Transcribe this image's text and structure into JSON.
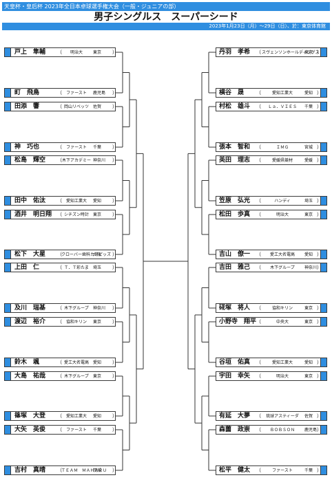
{
  "header": "天皇杯・皇后杯 2023年全日本卓球選手権大会（一般・ジュニアの部）",
  "title": "男子シングルス　スーパーシード",
  "date_venue": "2023年1月23日（月）～29日（日）、於：東京体育館",
  "paren_open": "（",
  "paren_close": "）",
  "colors": {
    "accent": "#2f8ee0",
    "line": "#333333"
  },
  "left": [
    {
      "name": "戸上　隼輔",
      "aff": "明治大",
      "pref": "東京"
    },
    {
      "name": "町　飛鳥",
      "aff": "ファースト",
      "pref": "鹿児島"
    },
    {
      "name": "田添　響",
      "aff": "岡山リベッツ",
      "pref": "佐賀"
    },
    {
      "name": "神　巧也",
      "aff": "ファースト",
      "pref": "千葉"
    },
    {
      "name": "松島　輝空",
      "aff": "木下アカデミー",
      "pref": "神奈川"
    },
    {
      "name": "田中　佑汰",
      "aff": "愛知工業大",
      "pref": "愛知"
    },
    {
      "name": "酒井　明日翔",
      "aff": "シチズン時計",
      "pref": "東京"
    },
    {
      "name": "松下　大星",
      "aff": "クローバー歯科カスピッズ",
      "pref": "大阪"
    },
    {
      "name": "上田　仁",
      "aff": "Ｔ．Ｔ彩たま",
      "pref": "埼玉"
    },
    {
      "name": "及川　瑞基",
      "aff": "木下グループ",
      "pref": "神奈川"
    },
    {
      "name": "渡辺　裕介",
      "aff": "協和キリン",
      "pref": "東京"
    },
    {
      "name": "鈴木　颯",
      "aff": "愛工大名電高",
      "pref": "愛知"
    },
    {
      "name": "大島　祐哉",
      "aff": "木下グループ",
      "pref": "東京"
    },
    {
      "name": "篠塚　大登",
      "aff": "愛知工業大",
      "pref": "愛知"
    },
    {
      "name": "大矢　英俊",
      "aff": "ファースト",
      "pref": "千葉"
    },
    {
      "name": "吉村　真晴",
      "aff": "ＴＥＡＭ　ＭＡＨＡＲＵ",
      "pref": "茨城"
    }
  ],
  "right": [
    {
      "name": "丹羽　孝希",
      "aff": "スヴェンソンホールディングス",
      "pref": "東京"
    },
    {
      "name": "横谷　晟",
      "aff": "愛知工業大",
      "pref": "愛知"
    },
    {
      "name": "村松　雄斗",
      "aff": "Ｌａ．ＶＩＥＳ",
      "pref": "千葉"
    },
    {
      "name": "張本　智和",
      "aff": "ＩＭＧ",
      "pref": "宮城"
    },
    {
      "name": "英田　理志",
      "aff": "愛媛県競材",
      "pref": "愛媛"
    },
    {
      "name": "笠原　弘光",
      "aff": "ハンディ",
      "pref": "埼玉"
    },
    {
      "name": "松田　歩真",
      "aff": "明治大",
      "pref": "東京"
    },
    {
      "name": "吉山　僚一",
      "aff": "愛工大名電高",
      "pref": "愛知"
    },
    {
      "name": "吉田　雅己",
      "aff": "木下グループ",
      "pref": "神奈川"
    },
    {
      "name": "硴塚　将人",
      "aff": "協和キリン",
      "pref": "東京"
    },
    {
      "name": "小野寺　翔平",
      "aff": "中央大",
      "pref": "東京"
    },
    {
      "name": "谷垣　佑真",
      "aff": "愛知工業大",
      "pref": "愛知"
    },
    {
      "name": "宇田　幸矢",
      "aff": "明治大",
      "pref": "東京"
    },
    {
      "name": "有延　大夢",
      "aff": "琉球アスティーダ",
      "pref": "佐賀"
    },
    {
      "name": "森薗　政崇",
      "aff": "ＢＯＢＳＯＮ",
      "pref": "鹿児島"
    },
    {
      "name": "松平　健太",
      "aff": "ファースト",
      "pref": "千葉"
    }
  ]
}
